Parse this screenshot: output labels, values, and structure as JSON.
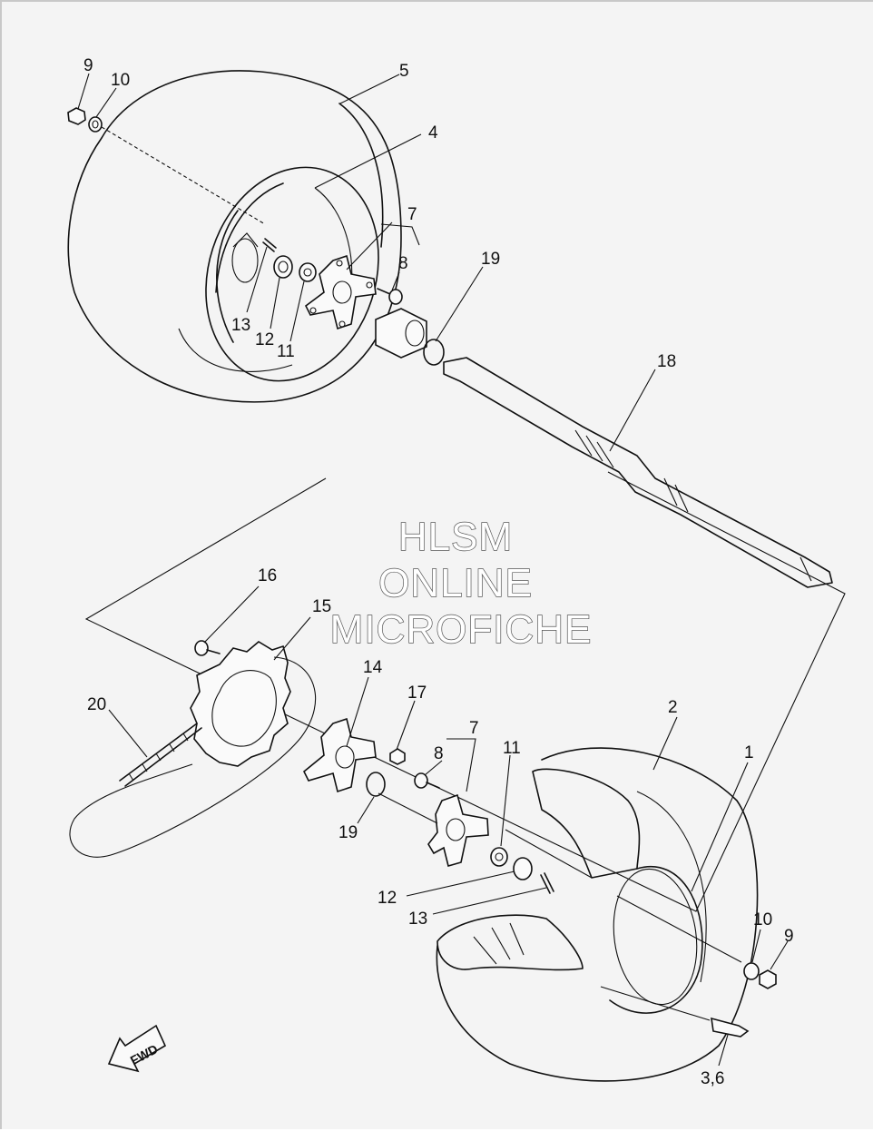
{
  "watermark": {
    "line1": "HLSM",
    "line2": "ONLINE",
    "line3": "MICROFICHE"
  },
  "direction_arrow": {
    "label": "FWD"
  },
  "callouts_upper": {
    "c9": "9",
    "c10": "10",
    "c5": "5",
    "c4": "4",
    "c7": "7",
    "c8": "8",
    "c19": "19",
    "c18": "18",
    "c13": "13",
    "c12": "12",
    "c11": "11"
  },
  "callouts_lower": {
    "c16": "16",
    "c15": "15",
    "c20": "20",
    "c14": "14",
    "c17": "17",
    "c7": "7",
    "c8": "8",
    "c11": "11",
    "c2": "2",
    "c1": "1",
    "c19": "19",
    "c12": "12",
    "c13": "13",
    "c10": "10",
    "c9": "9",
    "c36": "3,6"
  }
}
